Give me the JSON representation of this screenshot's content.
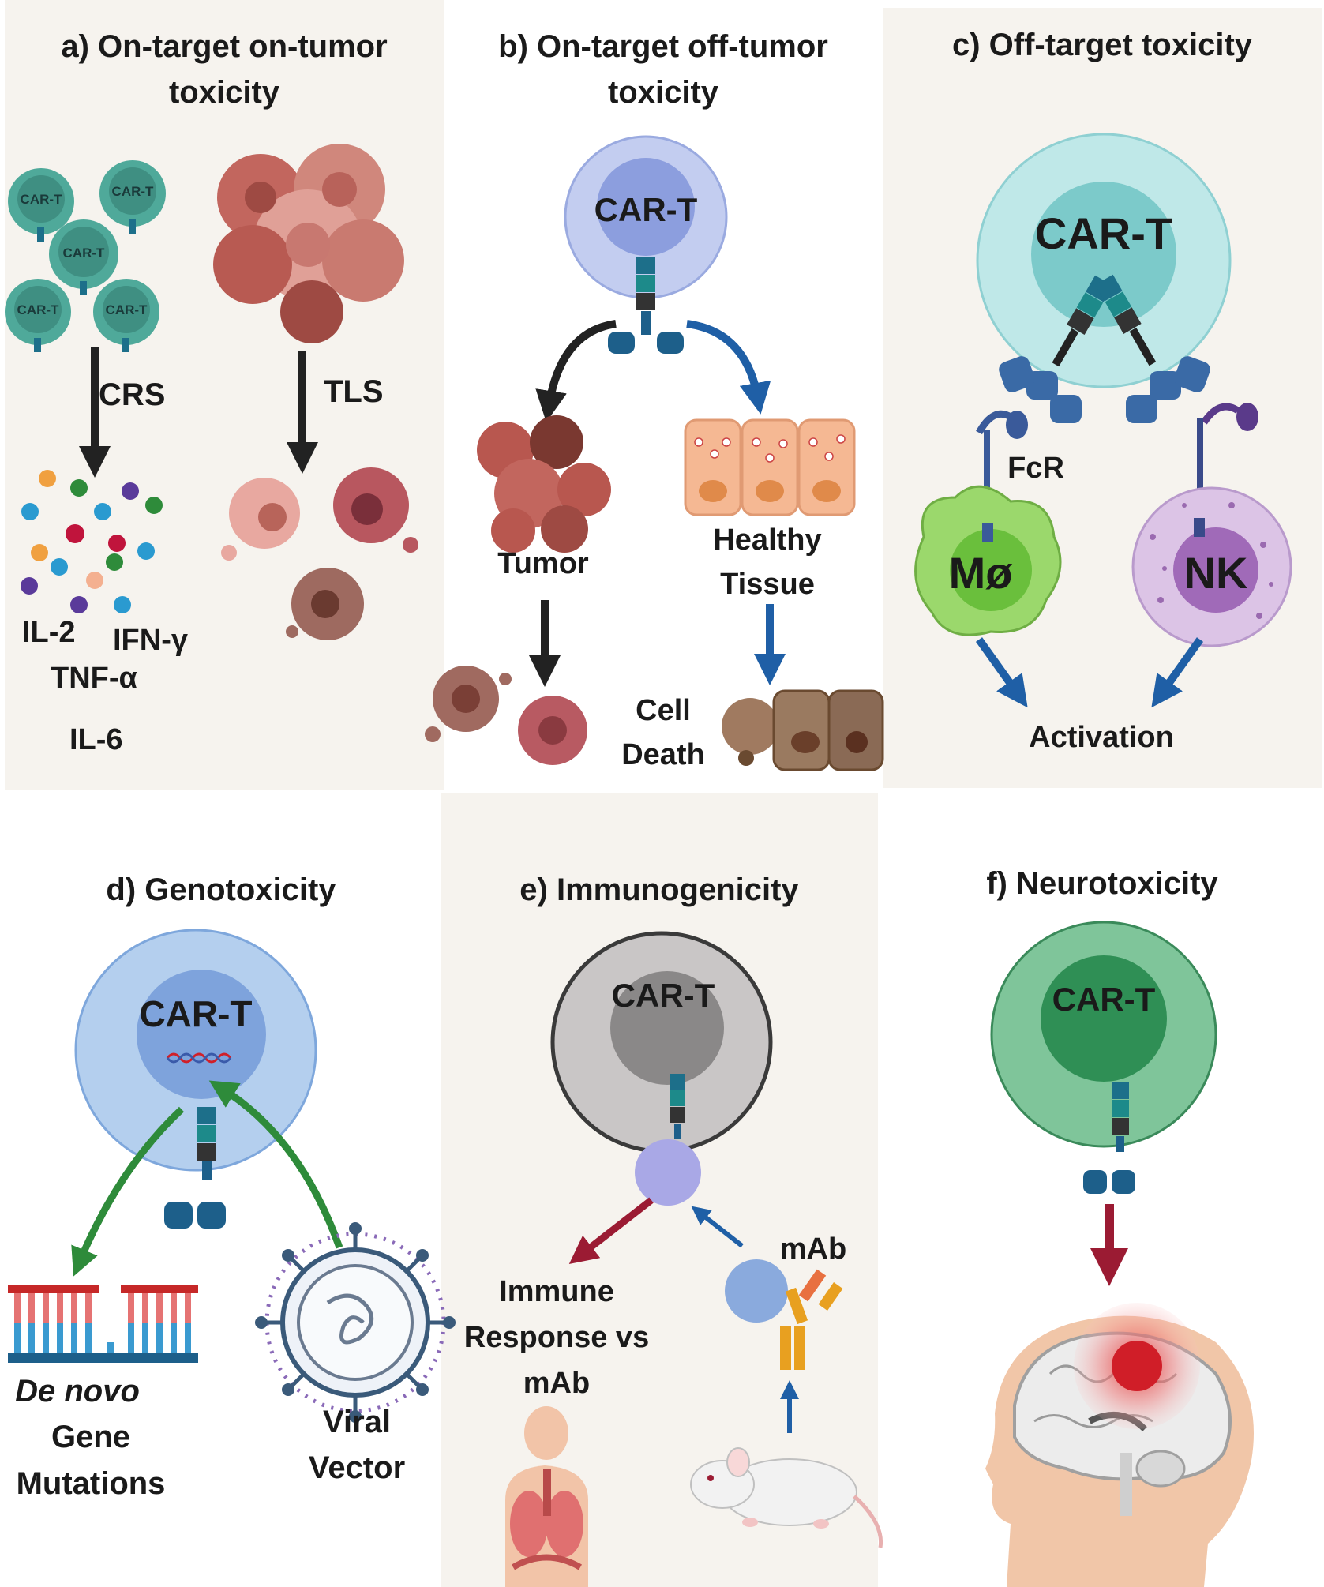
{
  "panels": {
    "a": {
      "title_line1": "a) On-target on-tumor",
      "title_line2": "toxicity",
      "cell_label": "CAR-T",
      "arrow_left_label": "CRS",
      "arrow_right_label": "TLS",
      "cytokines": [
        "IL-2",
        "IFN-γ",
        "TNF-α",
        "IL-6"
      ]
    },
    "b": {
      "title_line1": "b) On-target off-tumor",
      "title_line2": "toxicity",
      "cell_label": "CAR-T",
      "tumor_label": "Tumor",
      "healthy_line1": "Healthy",
      "healthy_line2": "Tissue",
      "death_line1": "Cell",
      "death_line2": "Death"
    },
    "c": {
      "title": "c) Off-target toxicity",
      "cell_label": "CAR-T",
      "fcr_label": "FcR",
      "macrophage_label": "Mø",
      "nk_label": "NK",
      "activation_label": "Activation"
    },
    "d": {
      "title": "d) Genotoxicity",
      "cell_label": "CAR-T",
      "mutation_line1": "De novo",
      "mutation_line2": "Gene",
      "mutation_line3": "Mutations",
      "vector_line1": "Viral",
      "vector_line2": "Vector"
    },
    "e": {
      "title": "e) Immunogenicity",
      "cell_label": "CAR-T",
      "mab_label": "mAb",
      "response_line1": "Immune",
      "response_line2": "Response vs",
      "response_line3": "mAb"
    },
    "f": {
      "title": "f) Neurotoxicity",
      "cell_label": "CAR-T"
    }
  },
  "colors": {
    "panel_bg": "#f6f3ee",
    "teal_cell": "#4fa99a",
    "blue_cell": "#a9b8e6",
    "light_teal_cell": "#a8dfe0",
    "gene_cell": "#a8c8ec",
    "grey_cell": "#bdbdbd",
    "green_cell": "#4f9f6a",
    "arrow_black": "#222222",
    "arrow_blue": "#1f5fa6",
    "arrow_green": "#2e8b3a",
    "arrow_red": "#9b1b33",
    "tumor": "#b7574f",
    "macrophage": "#9bd86c",
    "nk": "#c9a6d6"
  },
  "icons": [
    "car-t-cell-icon",
    "tumor-mass-icon",
    "cytokine-dots-icon",
    "epithelium-icon",
    "macrophage-icon",
    "nk-cell-icon",
    "dna-strand-icon",
    "virus-icon",
    "antibody-icon",
    "mouse-icon",
    "human-torso-icon",
    "brain-head-icon"
  ]
}
